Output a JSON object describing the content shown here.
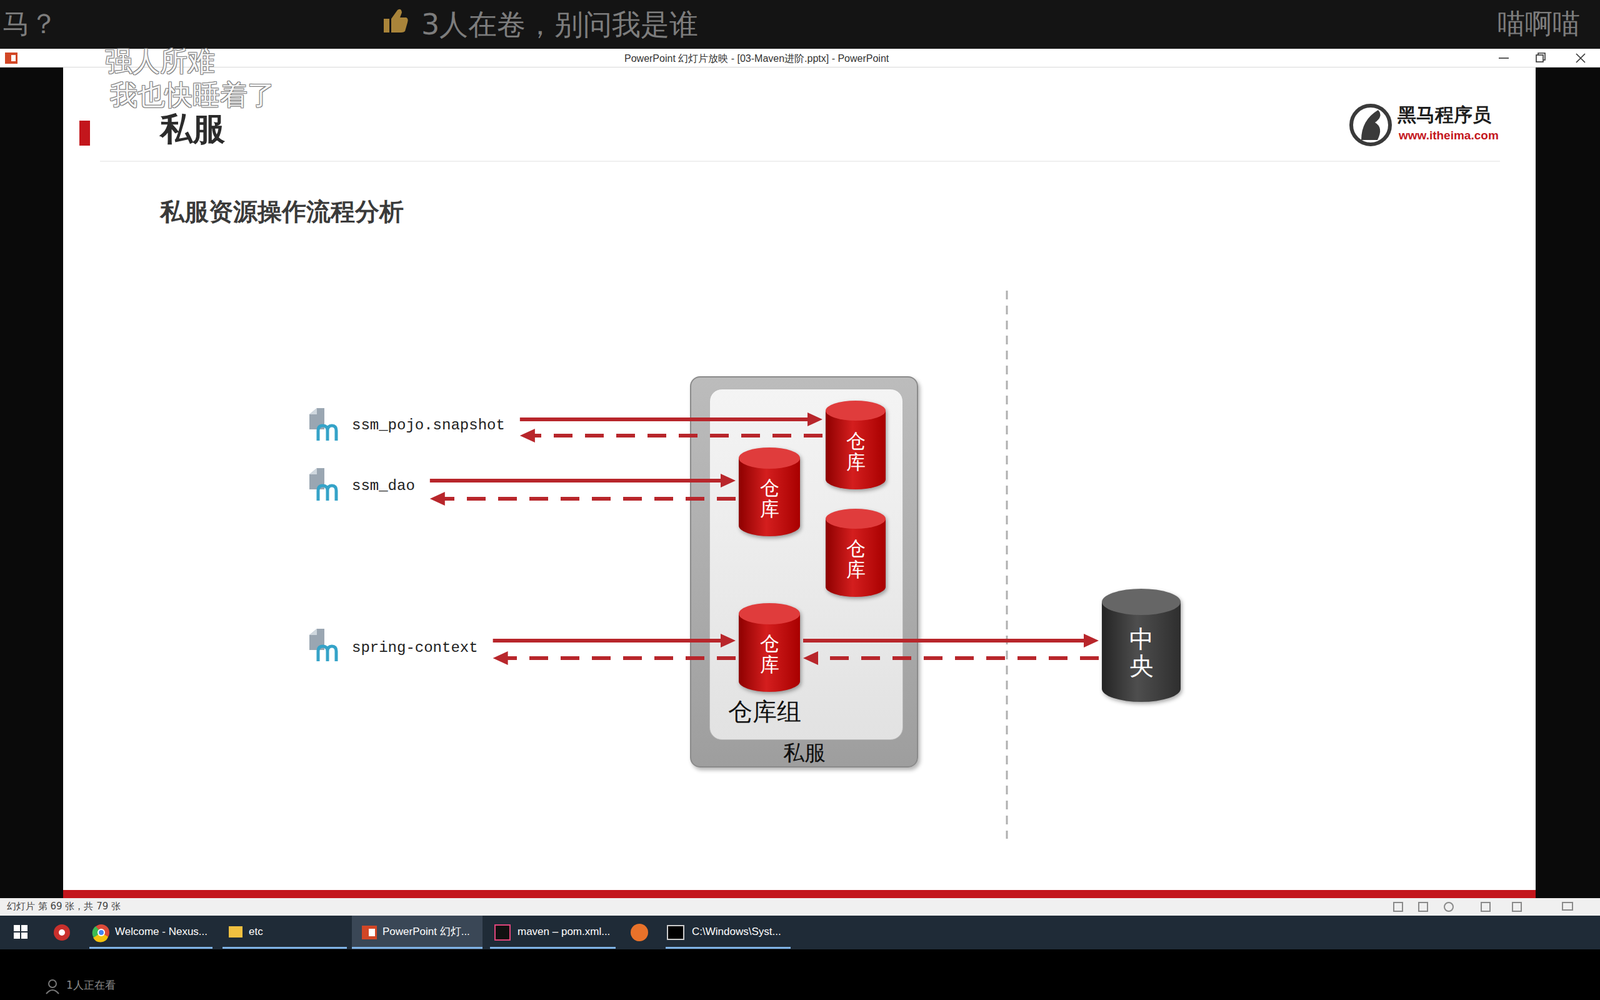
{
  "diagram": {
    "title": "私服",
    "nodes": [
      {
        "text": [
          "私服"
        ]
      },
      {
        "text": [
          "仓库组"
        ],
        "in": 0
      },
      {
        "text": [
          "仓库"
        ],
        "in": 1
      },
      {
        "text": [
          "仓库"
        ],
        "in": 1
      },
      {
        "text": [
          "仓库"
        ],
        "in": 1
      },
      {
        "text": [
          "仓库"
        ],
        "in": 1
      },
      {
        "text": [
          "ssm_pojo.snapshot"
        ]
      },
      {
        "text": [
          "ssm_dao"
        ]
      },
      {
        "text": [
          "spring-context"
        ]
      },
      {
        "text": [
          "中央"
        ]
      }
    ],
    "edges": [
      {
        "from": 6,
        "to": 2,
        "arrow": "to"
      },
      {
        "from": 2,
        "to": 6,
        "arrow": "to"
      },
      {
        "from": 7,
        "to": 3,
        "arrow": "to"
      },
      {
        "from": 3,
        "to": 7,
        "arrow": "to"
      },
      {
        "from": 8,
        "to": 5,
        "arrow": "to"
      },
      {
        "from": 5,
        "to": 8,
        "arrow": "to"
      },
      {
        "from": 5,
        "to": 9,
        "arrow": "to"
      },
      {
        "from": 9,
        "to": 5,
        "arrow": "to"
      }
    ],
    "labels": [
      "马？",
      "3人在卷，别问我是谁",
      "喵啊喵",
      "PowerPoint 幻灯片放映 - [03-Maven进阶.pptx] - PowerPoint",
      "强人所难",
      "我也快睡着了",
      "私服资源操作流程分析",
      "黑马程序员",
      "www.itheima.com",
      "幻灯片 第 69 张，共 79 张",
      "Welcome - Nexus...",
      "etc",
      "PowerPoint 幻灯...",
      "maven – pom.xml...",
      "C:\\Windows\\Syst...",
      "1人正在看"
    ]
  }
}
